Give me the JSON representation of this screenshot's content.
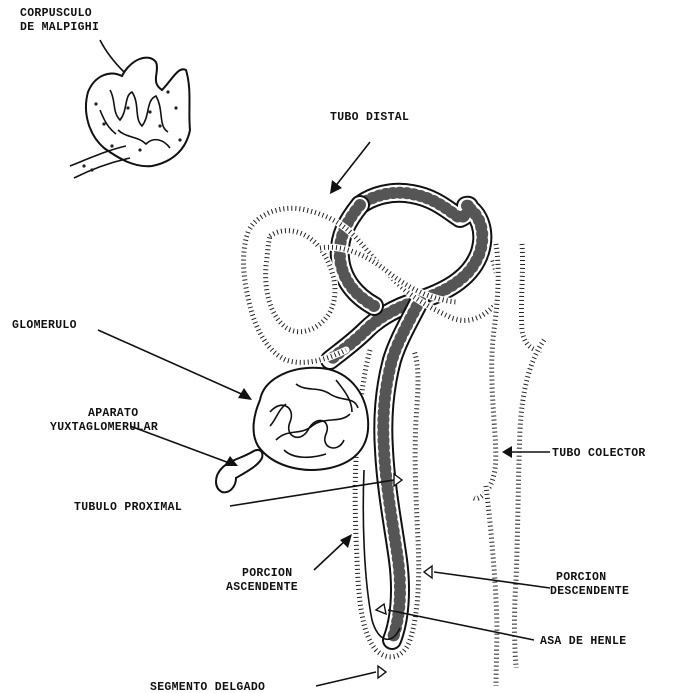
{
  "labels": {
    "corpusculo_line1": "CORPUSCULO",
    "corpusculo_line2": "DE MALPIGHI",
    "tubo_distal": "TUBO DISTAL",
    "glomerulo": "GLOMERULO",
    "aparato_line1": "APARATO",
    "aparato_line2": "YUXTAGLOMERULAR",
    "tubo_colector": "TUBO COLECTOR",
    "tubulo_proximal": "TUBULO PROXIMAL",
    "porcion_ascendente_line1": "PORCION",
    "porcion_ascendente_line2": "ASCENDENTE",
    "porcion_descendente_line1": "PORCION",
    "porcion_descendente_line2": "DESCENDENTE",
    "asa_de_henle": "ASA DE HENLE",
    "segmento_delgado": "SEGMENTO DELGADO"
  },
  "colors": {
    "ink": "#111111",
    "background": "#ffffff"
  }
}
